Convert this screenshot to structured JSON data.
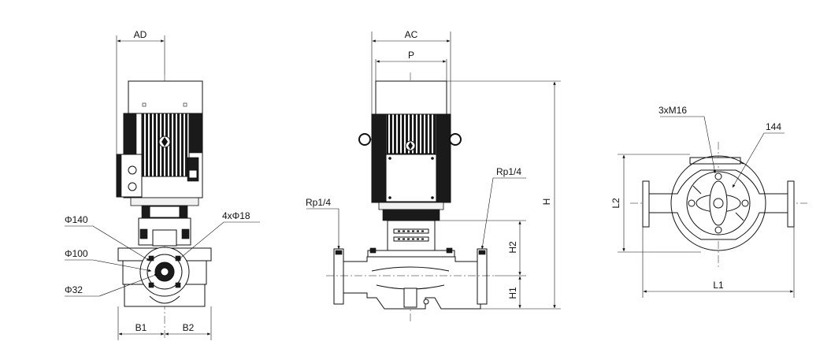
{
  "views": {
    "front": {
      "dim_ad": "AD",
      "dim_b1": "B1",
      "dim_b2": "B2",
      "callout_d140": "Φ140",
      "callout_d100": "Φ100",
      "callout_d32": "Φ32",
      "callout_holes": "4xΦ18"
    },
    "side": {
      "dim_ac": "AC",
      "dim_p": "P",
      "dim_h": "H",
      "dim_h1": "H1",
      "dim_h2": "H2",
      "port_left": "Rp1/4",
      "port_right": "Rp1/4"
    },
    "top": {
      "dim_l1": "L1",
      "dim_l2": "L2",
      "callout_bolts": "3xM16",
      "callout_pcd": "144"
    }
  }
}
